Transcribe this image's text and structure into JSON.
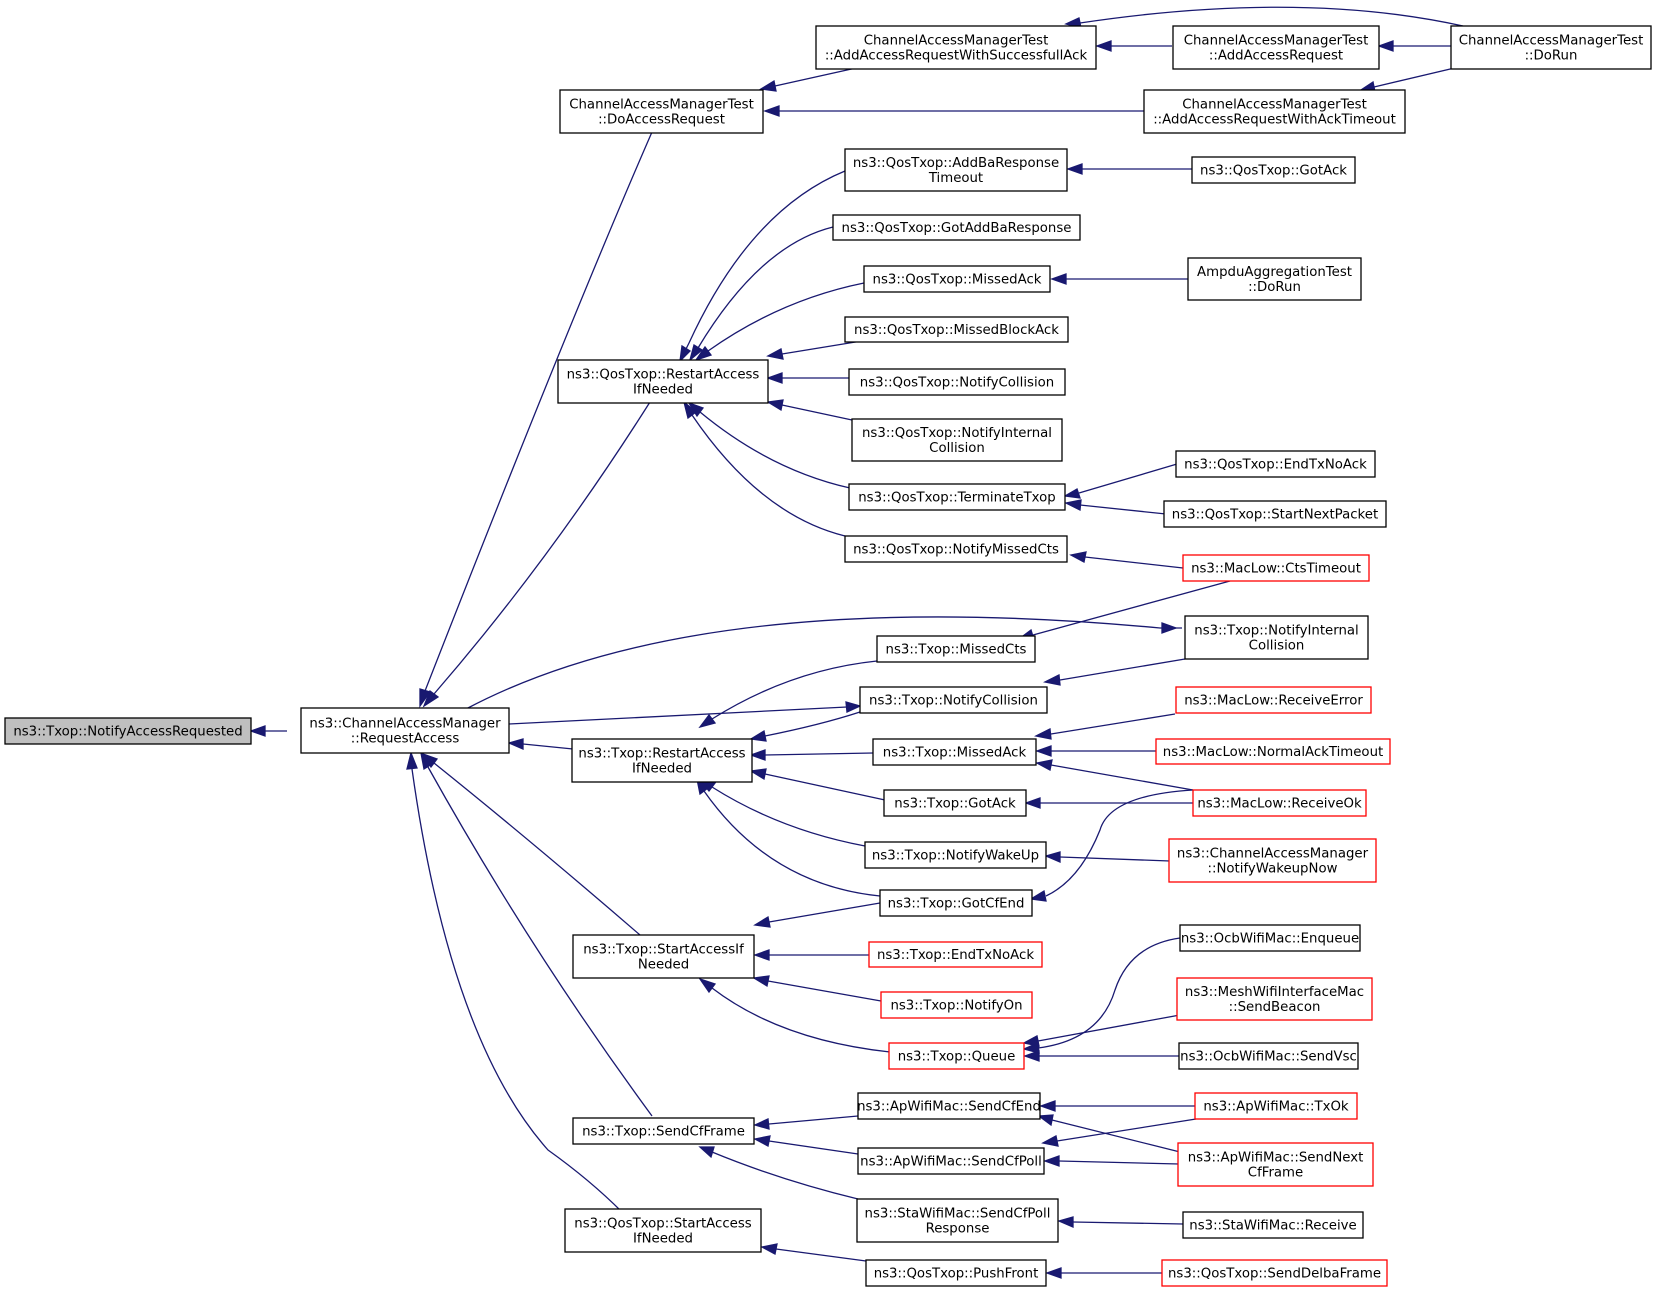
{
  "nodes": {
    "n0": {
      "lines": [
        "ns3::Txop::NotifyAccessRequested"
      ],
      "style": "root"
    },
    "n1": {
      "lines": [
        "ns3::ChannelAccessManager",
        "::RequestAccess"
      ],
      "style": "normal"
    },
    "n2": {
      "lines": [
        "ChannelAccessManagerTest",
        "::DoAccessRequest"
      ],
      "style": "normal"
    },
    "n3": {
      "lines": [
        "ns3::QosTxop::RestartAccess",
        "IfNeeded"
      ],
      "style": "normal"
    },
    "n4": {
      "lines": [
        "ns3::Txop::RestartAccess",
        "IfNeeded"
      ],
      "style": "normal"
    },
    "n5": {
      "lines": [
        "ns3::Txop::StartAccessIf",
        "Needed"
      ],
      "style": "normal"
    },
    "n6": {
      "lines": [
        "ns3::Txop::SendCfFrame"
      ],
      "style": "normal"
    },
    "n7": {
      "lines": [
        "ns3::QosTxop::StartAccess",
        "IfNeeded"
      ],
      "style": "normal"
    },
    "n8": {
      "lines": [
        "ChannelAccessManagerTest",
        "::AddAccessRequestWithSuccessfullAck"
      ],
      "style": "normal"
    },
    "n9": {
      "lines": [
        "ChannelAccessManagerTest",
        "::AddAccessRequest"
      ],
      "style": "normal"
    },
    "n10": {
      "lines": [
        "ChannelAccessManagerTest",
        "::DoRun"
      ],
      "style": "normal"
    },
    "n11": {
      "lines": [
        "ChannelAccessManagerTest",
        "::AddAccessRequestWithAckTimeout"
      ],
      "style": "normal"
    },
    "n12": {
      "lines": [
        "ns3::QosTxop::AddBaResponse",
        "Timeout"
      ],
      "style": "normal"
    },
    "n13": {
      "lines": [
        "ns3::QosTxop::GotAck"
      ],
      "style": "normal"
    },
    "n14": {
      "lines": [
        "ns3::QosTxop::GotAddBaResponse"
      ],
      "style": "normal"
    },
    "n15": {
      "lines": [
        "ns3::QosTxop::MissedAck"
      ],
      "style": "normal"
    },
    "n16": {
      "lines": [
        "AmpduAggregationTest",
        "::DoRun"
      ],
      "style": "normal"
    },
    "n17": {
      "lines": [
        "ns3::QosTxop::MissedBlockAck"
      ],
      "style": "normal"
    },
    "n18": {
      "lines": [
        "ns3::QosTxop::NotifyCollision"
      ],
      "style": "normal"
    },
    "n19": {
      "lines": [
        "ns3::QosTxop::NotifyInternal",
        "Collision"
      ],
      "style": "normal"
    },
    "n20": {
      "lines": [
        "ns3::QosTxop::TerminateTxop"
      ],
      "style": "normal"
    },
    "n21": {
      "lines": [
        "ns3::QosTxop::EndTxNoAck"
      ],
      "style": "normal"
    },
    "n22": {
      "lines": [
        "ns3::QosTxop::StartNextPacket"
      ],
      "style": "normal"
    },
    "n23": {
      "lines": [
        "ns3::QosTxop::NotifyMissedCts"
      ],
      "style": "normal"
    },
    "n24": {
      "lines": [
        "ns3::MacLow::CtsTimeout"
      ],
      "style": "red"
    },
    "n25": {
      "lines": [
        "ns3::Txop::NotifyInternal",
        "Collision"
      ],
      "style": "normal"
    },
    "n26": {
      "lines": [
        "ns3::Txop::MissedCts"
      ],
      "style": "normal"
    },
    "n27": {
      "lines": [
        "ns3::Txop::NotifyCollision"
      ],
      "style": "normal"
    },
    "n28": {
      "lines": [
        "ns3::MacLow::ReceiveError"
      ],
      "style": "red"
    },
    "n29": {
      "lines": [
        "ns3::Txop::MissedAck"
      ],
      "style": "normal"
    },
    "n30": {
      "lines": [
        "ns3::MacLow::NormalAckTimeout"
      ],
      "style": "red"
    },
    "n31": {
      "lines": [
        "ns3::Txop::GotAck"
      ],
      "style": "normal"
    },
    "n32": {
      "lines": [
        "ns3::MacLow::ReceiveOk"
      ],
      "style": "red"
    },
    "n33": {
      "lines": [
        "ns3::Txop::NotifyWakeUp"
      ],
      "style": "normal"
    },
    "n34": {
      "lines": [
        "ns3::ChannelAccessManager",
        "::NotifyWakeupNow"
      ],
      "style": "red"
    },
    "n35": {
      "lines": [
        "ns3::Txop::GotCfEnd"
      ],
      "style": "normal"
    },
    "n36": {
      "lines": [
        "ns3::Txop::EndTxNoAck"
      ],
      "style": "red"
    },
    "n37": {
      "lines": [
        "ns3::Txop::NotifyOn"
      ],
      "style": "red"
    },
    "n38": {
      "lines": [
        "ns3::Txop::Queue"
      ],
      "style": "red"
    },
    "n39": {
      "lines": [
        "ns3::OcbWifiMac::Enqueue"
      ],
      "style": "normal"
    },
    "n40": {
      "lines": [
        "ns3::MeshWifiInterfaceMac",
        "::SendBeacon"
      ],
      "style": "red"
    },
    "n41": {
      "lines": [
        "ns3::OcbWifiMac::SendVsc"
      ],
      "style": "normal"
    },
    "n42": {
      "lines": [
        "ns3::ApWifiMac::SendCfEnd"
      ],
      "style": "normal"
    },
    "n43": {
      "lines": [
        "ns3::ApWifiMac::TxOk"
      ],
      "style": "red"
    },
    "n44": {
      "lines": [
        "ns3::ApWifiMac::SendCfPoll"
      ],
      "style": "normal"
    },
    "n45": {
      "lines": [
        "ns3::ApWifiMac::SendNext",
        "CfFrame"
      ],
      "style": "red"
    },
    "n46": {
      "lines": [
        "ns3::StaWifiMac::SendCfPoll",
        "Response"
      ],
      "style": "normal"
    },
    "n47": {
      "lines": [
        "ns3::StaWifiMac::Receive"
      ],
      "style": "normal"
    },
    "n48": {
      "lines": [
        "ns3::QosTxop::PushFront"
      ],
      "style": "normal"
    },
    "n49": {
      "lines": [
        "ns3::QosTxop::SendDelbaFrame"
      ],
      "style": "red"
    }
  },
  "colors": {
    "edge": "#191970",
    "root_fill": "#bfbfbf",
    "border": "#000000",
    "highlight_border": "#ff0000",
    "background": "#ffffff"
  }
}
